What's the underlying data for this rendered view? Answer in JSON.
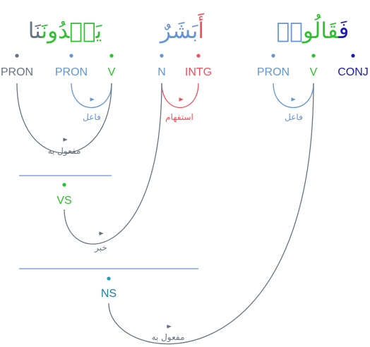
{
  "colors": {
    "gray": "#667381",
    "blue": "#6495d6",
    "green": "#2ec02e",
    "red": "#f0505c",
    "navy": "#1a1ab8",
    "teal": "#1e7f9f"
  },
  "words": [
    {
      "id": "w1",
      "segments": [
        {
          "text": "يَهۡدُونَ",
          "color": "green"
        },
        {
          "text": "نَا",
          "color": "gray"
        }
      ]
    },
    {
      "id": "w2",
      "segments": [
        {
          "text": "أَ",
          "color": "red"
        },
        {
          "text": "بَشَرٌ",
          "color": "blue"
        }
      ]
    },
    {
      "id": "w3",
      "segments": [
        {
          "text": "فَ",
          "color": "navy"
        },
        {
          "text": "قَالُو",
          "color": "green"
        },
        {
          "text": "ا۟",
          "color": "blue"
        }
      ]
    }
  ],
  "tags": [
    {
      "id": "t_pron1",
      "label": "PRON",
      "color": "gray"
    },
    {
      "id": "t_pron2",
      "label": "PRON",
      "color": "blue"
    },
    {
      "id": "t_v1",
      "label": "V",
      "color": "green"
    },
    {
      "id": "t_n",
      "label": "N",
      "color": "blue"
    },
    {
      "id": "t_intg",
      "label": "INTG",
      "color": "red"
    },
    {
      "id": "t_pron3",
      "label": "PRON",
      "color": "blue"
    },
    {
      "id": "t_v2",
      "label": "V",
      "color": "green"
    },
    {
      "id": "t_conj",
      "label": "CONJ",
      "color": "navy"
    }
  ],
  "hidden_nodes": [
    {
      "id": "vs",
      "label": "VS",
      "color": "green"
    },
    {
      "id": "ns",
      "label": "NS",
      "color": "teal"
    }
  ],
  "relations": [
    {
      "id": "r1",
      "label": "فاعل",
      "color": "blue"
    },
    {
      "id": "r2",
      "label": "مفعول به",
      "color": "gray"
    },
    {
      "id": "r3",
      "label": "استفهام",
      "color": "red"
    },
    {
      "id": "r4",
      "label": "خبر",
      "color": "gray"
    },
    {
      "id": "r5",
      "label": "فاعل",
      "color": "blue"
    },
    {
      "id": "r6",
      "label": "مفعول به",
      "color": "gray"
    }
  ]
}
